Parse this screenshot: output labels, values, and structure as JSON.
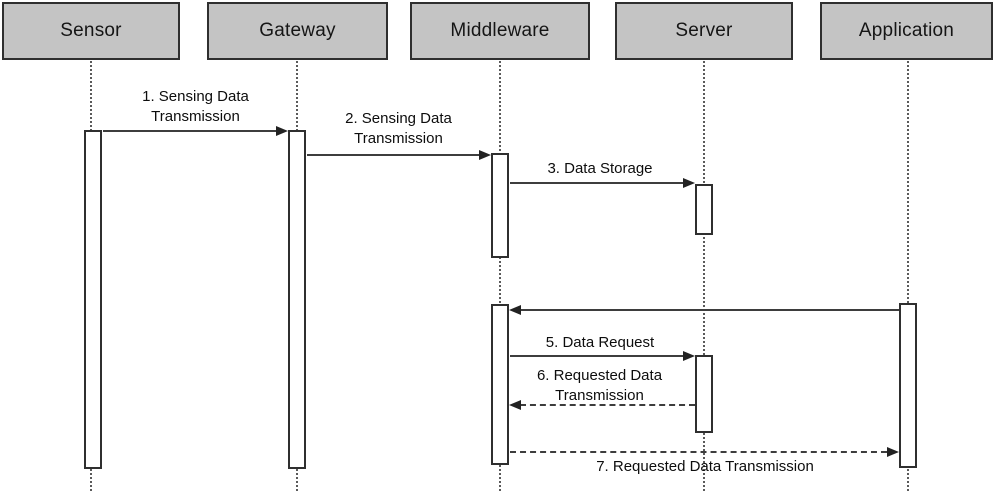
{
  "diagram": {
    "type": "uml-sequence-diagram",
    "actors": [
      {
        "id": "sensor",
        "label": "Sensor"
      },
      {
        "id": "gateway",
        "label": "Gateway"
      },
      {
        "id": "middleware",
        "label": "Middleware"
      },
      {
        "id": "server",
        "label": "Server"
      },
      {
        "id": "application",
        "label": "Application"
      }
    ],
    "messages": [
      {
        "order": 1,
        "label": "1. Sensing Data Transmission",
        "from": "Sensor",
        "to": "Gateway",
        "line": "solid"
      },
      {
        "order": 2,
        "label": "2. Sensing Data Transmission",
        "from": "Gateway",
        "to": "Middleware",
        "line": "solid"
      },
      {
        "order": 3,
        "label": "3. Data Storage",
        "from": "Middleware",
        "to": "Server",
        "line": "solid"
      },
      {
        "order": 4,
        "label": "",
        "from": "Application",
        "to": "Middleware",
        "line": "solid"
      },
      {
        "order": 5,
        "label": "5. Data Request",
        "from": "Middleware",
        "to": "Server",
        "line": "solid"
      },
      {
        "order": 6,
        "label": "6. Requested Data Transmission",
        "from": "Server",
        "to": "Middleware",
        "line": "dashed"
      },
      {
        "order": 7,
        "label": "7. Requested Data Transmission",
        "from": "Middleware",
        "to": "Application",
        "line": "dashed"
      }
    ],
    "colors": {
      "background": "#ffffff",
      "actor_fill": "#c4c4c4",
      "actor_border": "#2f2f2f",
      "line_color": "#3d3d3d",
      "lifeline_color": "#5a5a5a",
      "text_color": "#0d0d0d"
    }
  }
}
